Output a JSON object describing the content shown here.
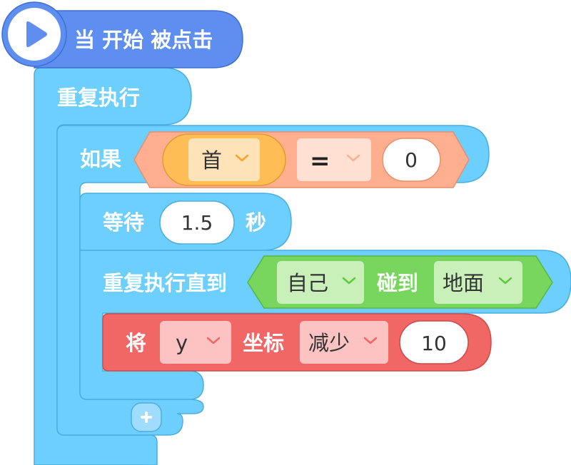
{
  "hat": {
    "label": "当 开始 被点击",
    "icon": "play-icon"
  },
  "forever": {
    "label": "重复执行"
  },
  "if_block": {
    "label": "如果",
    "condition": {
      "left": "首",
      "operator": "=",
      "right": "0"
    }
  },
  "wait_block": {
    "label": "等待",
    "value": "1.5",
    "unit": "秒"
  },
  "repeat_until": {
    "label": "重复执行直到",
    "condition": {
      "subject": "自己",
      "verb": "碰到",
      "target": "地面"
    }
  },
  "change_block": {
    "label": "将",
    "var": "y",
    "prop": "坐标",
    "op": "减少",
    "value": "10"
  },
  "add_button": {
    "icon": "plus-icon"
  },
  "colors": {
    "events": "#5d8ef0",
    "control": "#6ccffd",
    "operator": "#ffaf8f",
    "variable": "#ffbd55",
    "sensing": "#78d65e",
    "motion": "#f06766"
  }
}
